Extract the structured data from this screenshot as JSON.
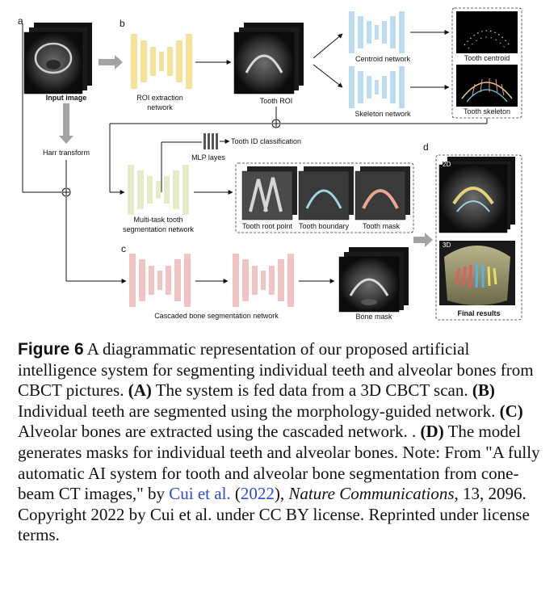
{
  "figure": {
    "panels": {
      "a": "a",
      "b": "b",
      "c": "c",
      "d": "d"
    },
    "labels": {
      "input_image": "Input image",
      "roi_extraction": "ROI extraction",
      "roi_extraction_2": "network",
      "tooth_roi": "Tooth ROI",
      "centroid_network": "Centroid network",
      "skeleton_network": "Skeleton network",
      "tooth_centroid": "Tooth centroid",
      "tooth_skeleton": "Tooth skeleton",
      "harr_transform": "Harr transform",
      "tooth_id": "Tooth ID classification",
      "mlp_layers": "MLP layes",
      "multitask_1": "Multi-task tooth",
      "multitask_2": "segmentation network",
      "tooth_root_point": "Tooth root point",
      "tooth_boundary": "Tooth boundary",
      "tooth_mask": "Tooth mask",
      "cascaded_bone": "Cascaded bone segmentation network",
      "bone_mask": "Bone mask",
      "label_2d": "2D",
      "label_3d": "3D",
      "final_results": "Final results"
    },
    "colors": {
      "roi_net": "#f6e39a",
      "centroid_net": "#bcdcef",
      "multitask_net": "#e4edc8",
      "bone_net": "#f1c4c4",
      "arrow": "#111111",
      "gray_arrow": "#a3a3a3"
    }
  },
  "caption": {
    "label": "Figure 6",
    "p1": " A diagrammatic representation of our proposed artificial intelligence system for segmenting individual teeth and alveolar bones from CBCT pictures. ",
    "a": "(A)",
    "p2": " The system is fed data from a 3D CBCT scan. ",
    "b": "(B)",
    "p3": " Individual teeth are segmented using the morphology-guided network. ",
    "c": "(C)",
    "p4": " Alveolar bones are extracted using the cascaded network. . ",
    "d": "(D)",
    "p5": " The model generates masks for individual teeth and alveolar bones. Note: From \"A fully automatic AI system for tooth and alveolar bone segmentation from cone-beam CT images,\" by ",
    "cui": "Cui et al.",
    "p6": " (",
    "year": "2022",
    "p7": "), ",
    "journal": "Nature Communications",
    "p8": ", 13, 2096. Copyright 2022 by Cui et al. under CC BY license. Reprinted under license terms."
  }
}
